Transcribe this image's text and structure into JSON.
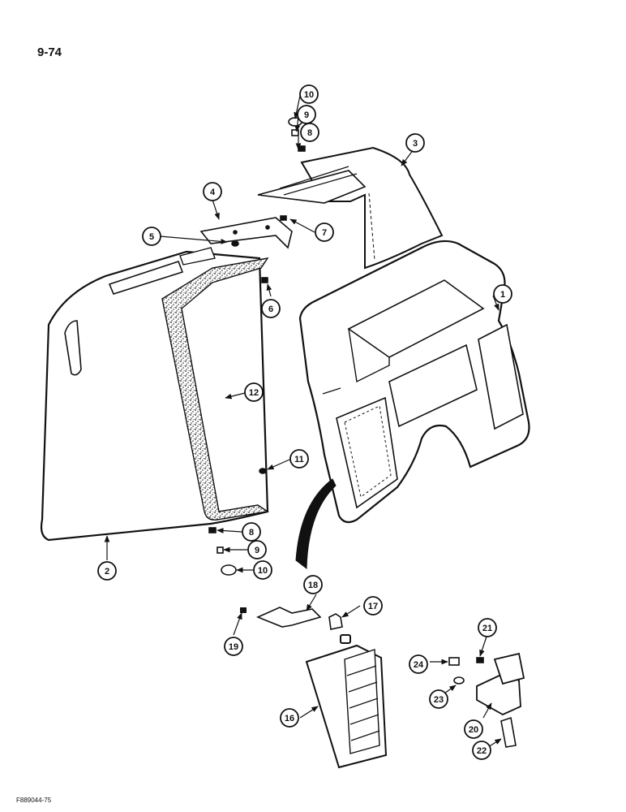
{
  "page": {
    "number": "9-74",
    "figure_code": "F889044-75"
  },
  "callouts": [
    {
      "n": "1"
    },
    {
      "n": "2"
    },
    {
      "n": "3"
    },
    {
      "n": "4"
    },
    {
      "n": "5"
    },
    {
      "n": "6"
    },
    {
      "n": "7"
    },
    {
      "n": "8"
    },
    {
      "n": "9"
    },
    {
      "n": "10"
    },
    {
      "n": "8"
    },
    {
      "n": "9"
    },
    {
      "n": "10"
    },
    {
      "n": "11"
    },
    {
      "n": "12"
    },
    {
      "n": "16"
    },
    {
      "n": "17"
    },
    {
      "n": "18"
    },
    {
      "n": "19"
    },
    {
      "n": "20"
    },
    {
      "n": "21"
    },
    {
      "n": "22"
    },
    {
      "n": "23"
    },
    {
      "n": "24"
    }
  ]
}
